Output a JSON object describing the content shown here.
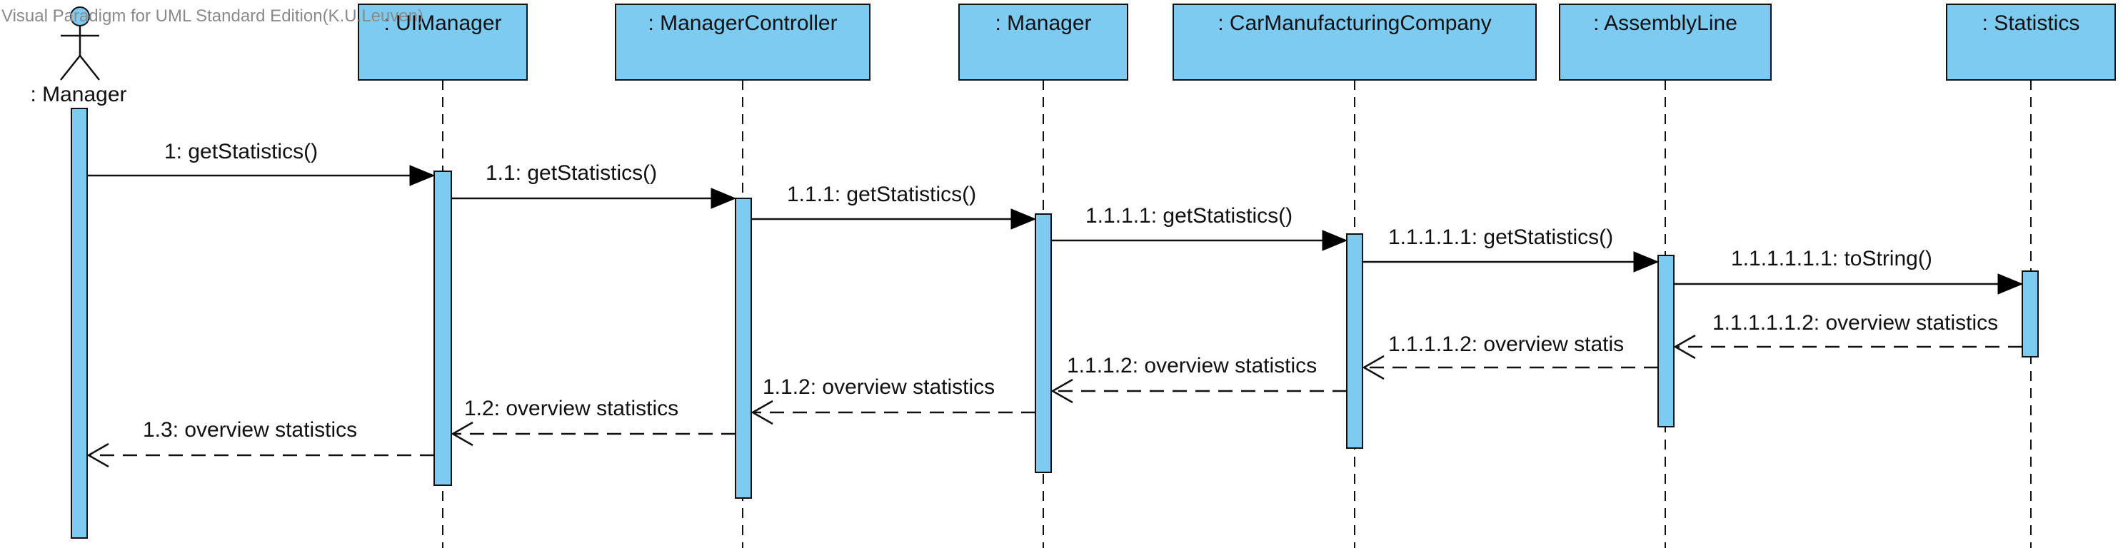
{
  "watermark": "Visual Paradigm for UML Standard Edition(K.U.Leuven)",
  "colors": {
    "fill": "#7ecbf2",
    "line": "#111111"
  },
  "actor": {
    "label": ": Manager",
    "icon": "stick-figure-actor-icon"
  },
  "lifelines": [
    {
      "label": ": UIManager"
    },
    {
      "label": ": ManagerController"
    },
    {
      "label": ": Manager"
    },
    {
      "label": ": CarManufacturingCompany"
    },
    {
      "label": ": AssemblyLine"
    },
    {
      "label": ": Statistics"
    }
  ],
  "messages": [
    {
      "label": "1: getStatistics()",
      "type": "call"
    },
    {
      "label": "1.1: getStatistics()",
      "type": "call"
    },
    {
      "label": "1.1.1: getStatistics()",
      "type": "call"
    },
    {
      "label": "1.1.1.1: getStatistics()",
      "type": "call"
    },
    {
      "label": "1.1.1.1.1: getStatistics()",
      "type": "call"
    },
    {
      "label": "1.1.1.1.1.1: toString()",
      "type": "call"
    },
    {
      "label": "1.1.1.1.1.2: overview statistics",
      "type": "return"
    },
    {
      "label": "1.1.1.1.2: overview statis",
      "type": "return"
    },
    {
      "label": "1.1.1.2: overview statistics",
      "type": "return"
    },
    {
      "label": "1.1.2: overview statistics",
      "type": "return"
    },
    {
      "label": "1.2: overview statistics",
      "type": "return"
    },
    {
      "label": "1.3: overview statistics",
      "type": "return"
    }
  ]
}
